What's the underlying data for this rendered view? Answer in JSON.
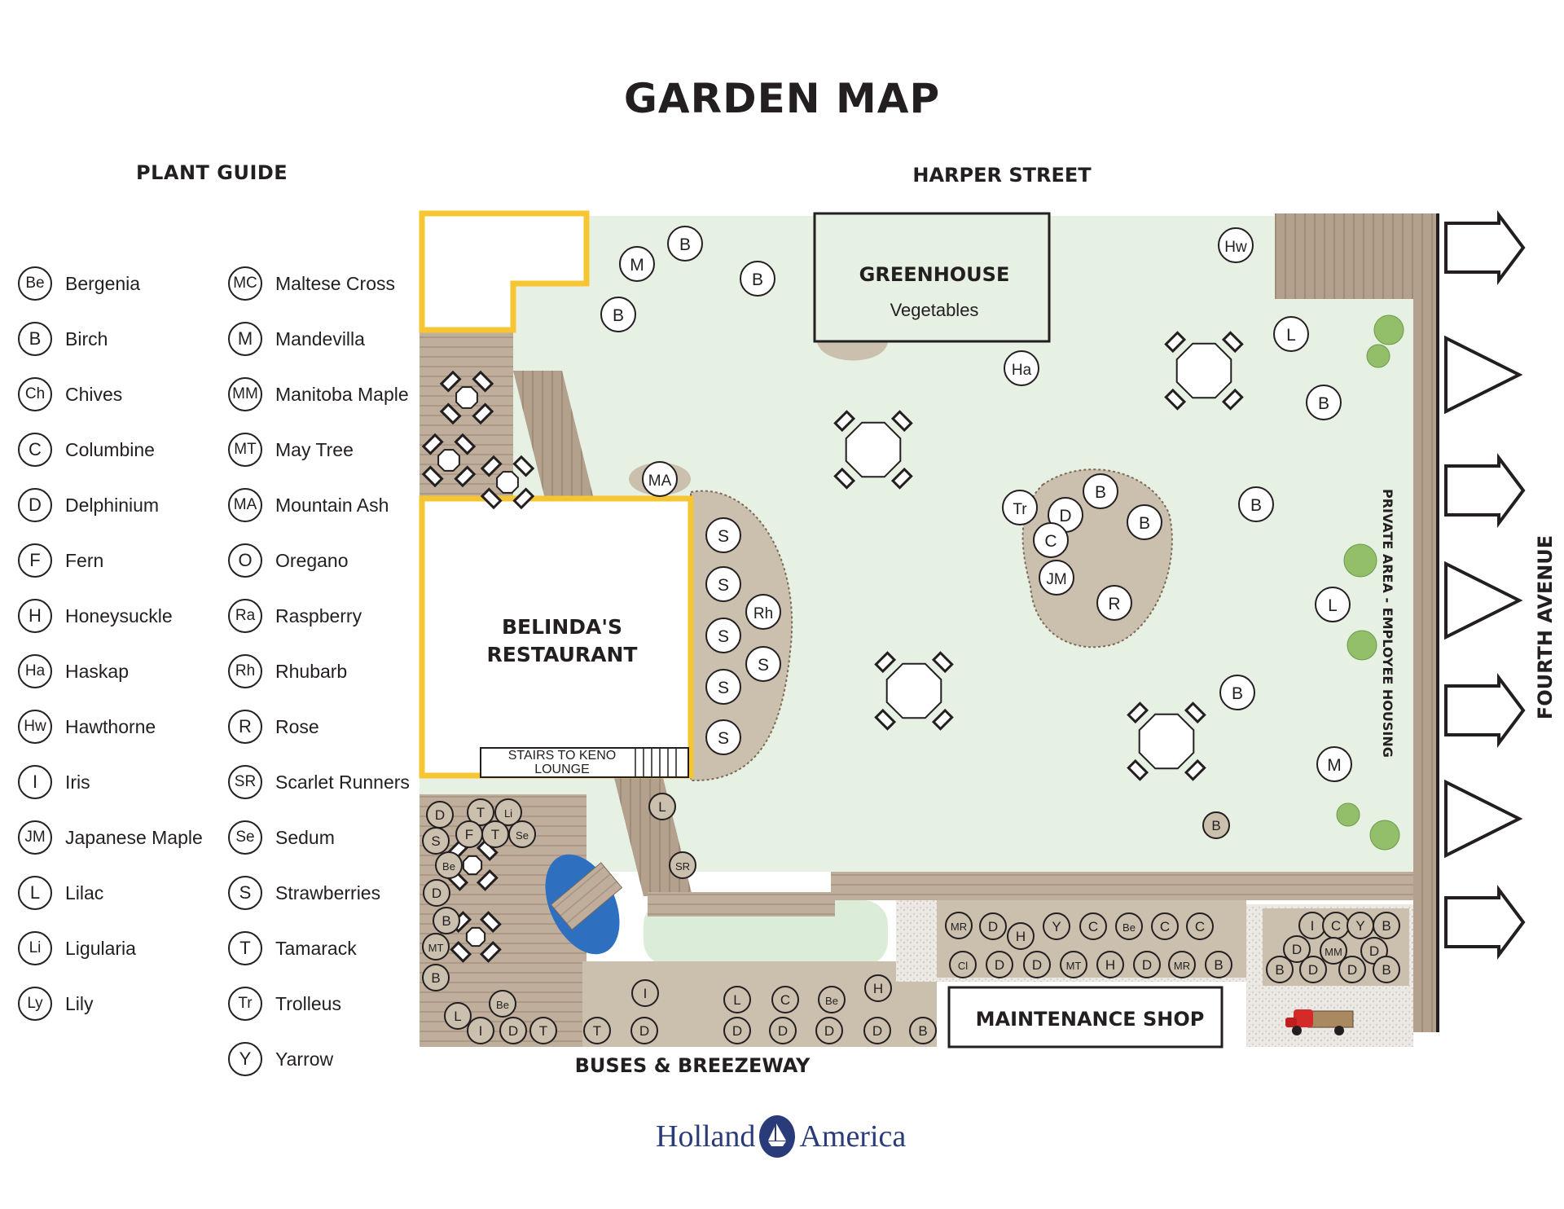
{
  "title": "GARDEN MAP",
  "plant_guide": {
    "heading": "PLANT GUIDE",
    "left_column": [
      {
        "code": "Be",
        "name": "Bergenia"
      },
      {
        "code": "B",
        "name": "Birch"
      },
      {
        "code": "Ch",
        "name": "Chives"
      },
      {
        "code": "C",
        "name": "Columbine"
      },
      {
        "code": "D",
        "name": "Delphinium"
      },
      {
        "code": "F",
        "name": "Fern"
      },
      {
        "code": "H",
        "name": "Honeysuckle"
      },
      {
        "code": "Ha",
        "name": "Haskap"
      },
      {
        "code": "Hw",
        "name": "Hawthorne"
      },
      {
        "code": "I",
        "name": "Iris"
      },
      {
        "code": "JM",
        "name": "Japanese Maple"
      },
      {
        "code": "L",
        "name": "Lilac"
      },
      {
        "code": "Li",
        "name": "Ligularia"
      },
      {
        "code": "Ly",
        "name": "Lily"
      }
    ],
    "right_column": [
      {
        "code": "MC",
        "name": "Maltese Cross"
      },
      {
        "code": "M",
        "name": "Mandevilla"
      },
      {
        "code": "MM",
        "name": "Manitoba Maple"
      },
      {
        "code": "MT",
        "name": "May Tree"
      },
      {
        "code": "MA",
        "name": "Mountain Ash"
      },
      {
        "code": "O",
        "name": "Oregano"
      },
      {
        "code": "Ra",
        "name": "Raspberry"
      },
      {
        "code": "Rh",
        "name": "Rhubarb"
      },
      {
        "code": "R",
        "name": "Rose"
      },
      {
        "code": "SR",
        "name": "Scarlet Runners"
      },
      {
        "code": "Se",
        "name": "Sedum"
      },
      {
        "code": "S",
        "name": "Strawberries"
      },
      {
        "code": "T",
        "name": "Tamarack"
      },
      {
        "code": "Tr",
        "name": "Trolleus"
      },
      {
        "code": "Y",
        "name": "Yarrow"
      }
    ]
  },
  "streets": {
    "top": "HARPER STREET",
    "bottom": "BUSES & BREEZEWAY",
    "right": "FOURTH AVENUE"
  },
  "buildings": {
    "greenhouse": {
      "name": "GREENHOUSE",
      "subtitle": "Vegetables"
    },
    "restaurant": {
      "line1": "BELINDA'S",
      "line2": "RESTAURANT"
    },
    "stairs": {
      "line1": "STAIRS TO KENO",
      "line2": "LOUNGE"
    },
    "maintenance": "MAINTENANCE SHOP",
    "private_area": "PRIVATE AREA - EMPLOYEE HOUSING"
  },
  "map_markers": [
    {
      "code": "M"
    },
    {
      "code": "B"
    },
    {
      "code": "B"
    },
    {
      "code": "B"
    },
    {
      "code": "Hw"
    },
    {
      "code": "L"
    },
    {
      "code": "Ha"
    },
    {
      "code": "B"
    },
    {
      "code": "MA"
    },
    {
      "code": "Tr"
    },
    {
      "code": "B"
    },
    {
      "code": "B"
    },
    {
      "code": "D"
    },
    {
      "code": "C"
    },
    {
      "code": "JM"
    },
    {
      "code": "R"
    },
    {
      "code": "B"
    },
    {
      "code": "L"
    },
    {
      "code": "B"
    },
    {
      "code": "M"
    },
    {
      "code": "B"
    },
    {
      "code": "S"
    },
    {
      "code": "S"
    },
    {
      "code": "S"
    },
    {
      "code": "S"
    },
    {
      "code": "S"
    },
    {
      "code": "Rh"
    },
    {
      "code": "S"
    },
    {
      "code": "L"
    },
    {
      "code": "SR"
    },
    {
      "code": "D"
    },
    {
      "code": "T"
    },
    {
      "code": "Li"
    },
    {
      "code": "S"
    },
    {
      "code": "F"
    },
    {
      "code": "T"
    },
    {
      "code": "Se"
    },
    {
      "code": "Be"
    },
    {
      "code": "D"
    },
    {
      "code": "B"
    },
    {
      "code": "MT"
    },
    {
      "code": "B"
    },
    {
      "code": "Be"
    },
    {
      "code": "L"
    },
    {
      "code": "I"
    },
    {
      "code": "D"
    },
    {
      "code": "T"
    },
    {
      "code": "T"
    },
    {
      "code": "D"
    },
    {
      "code": "I"
    },
    {
      "code": "L"
    },
    {
      "code": "C"
    },
    {
      "code": "Be"
    },
    {
      "code": "H"
    },
    {
      "code": "D"
    },
    {
      "code": "D"
    },
    {
      "code": "D"
    },
    {
      "code": "D"
    },
    {
      "code": "B"
    },
    {
      "code": "MR"
    },
    {
      "code": "D"
    },
    {
      "code": "H"
    },
    {
      "code": "Y"
    },
    {
      "code": "C"
    },
    {
      "code": "Be"
    },
    {
      "code": "C"
    },
    {
      "code": "C"
    },
    {
      "code": "Cl"
    },
    {
      "code": "D"
    },
    {
      "code": "D"
    },
    {
      "code": "MT"
    },
    {
      "code": "H"
    },
    {
      "code": "D"
    },
    {
      "code": "MR"
    },
    {
      "code": "B"
    },
    {
      "code": "I"
    },
    {
      "code": "C"
    },
    {
      "code": "Y"
    },
    {
      "code": "B"
    },
    {
      "code": "D"
    },
    {
      "code": "MM"
    },
    {
      "code": "D"
    },
    {
      "code": "B"
    },
    {
      "code": "D"
    },
    {
      "code": "D"
    },
    {
      "code": "B"
    }
  ],
  "brand": {
    "left": "Holland",
    "right": "America"
  },
  "colors": {
    "lawn": "#e6f1e4",
    "deck": "#bfae9c",
    "bed": "#cbbfae",
    "highlight": "#f6c532",
    "pond": "#2f6fbf",
    "tree": "#93bf6a",
    "ink": "#231f20",
    "brand": "#2a3b7a"
  }
}
